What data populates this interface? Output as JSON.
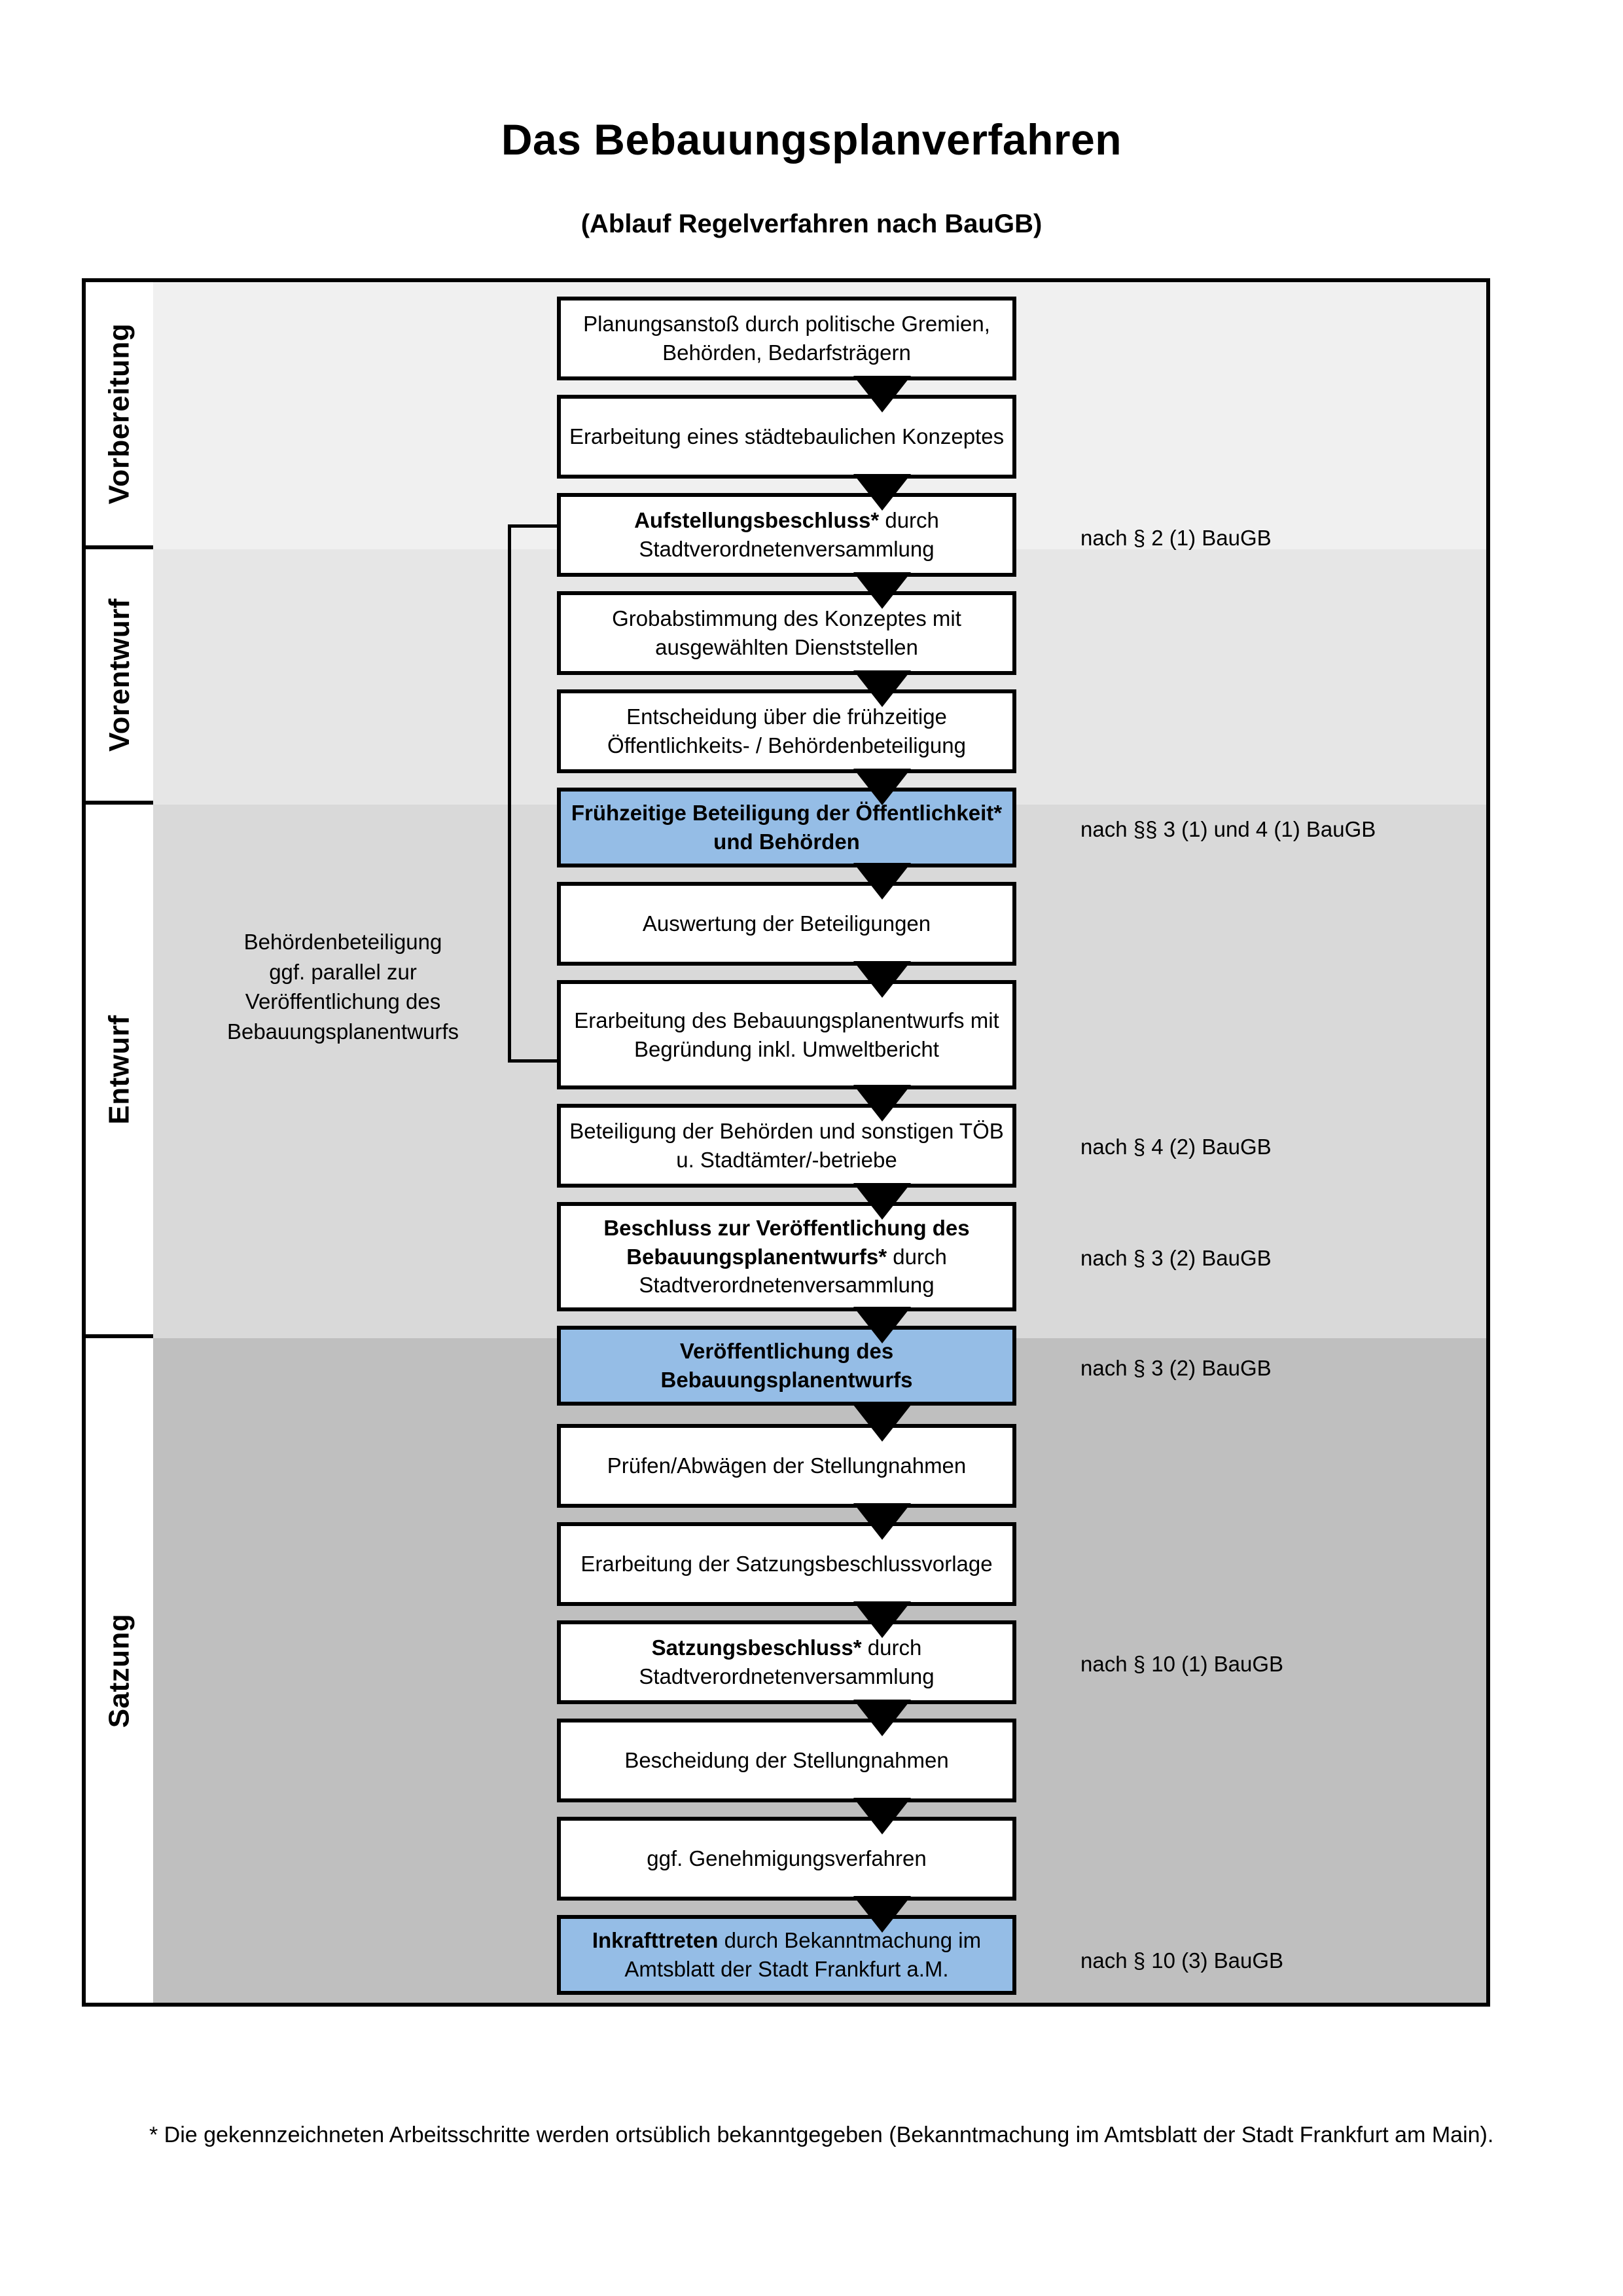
{
  "header": {
    "title": "Das Bebauungsplanverfahren",
    "subtitle": "(Ablauf Regelverfahren nach BauGB)"
  },
  "phases": [
    {
      "id": "vorbereitung",
      "label": "Vorbereitung",
      "background": "#f0f0f0"
    },
    {
      "id": "vorentwurf",
      "label": "Vorentwurf",
      "background": "#e6e6e6"
    },
    {
      "id": "entwurf",
      "label": "Entwurf",
      "background": "#d9d9d9"
    },
    {
      "id": "satzung",
      "label": "Satzung",
      "background": "#bfbfbf"
    }
  ],
  "steps": [
    {
      "id": "step-1",
      "phase": "vorbereitung",
      "bold": "",
      "rest": "Planungsanstoß durch politische Gremien, Behörden, Bedarfsträgern",
      "highlight": false
    },
    {
      "id": "step-2",
      "phase": "vorbereitung",
      "bold": "",
      "rest": "Erarbeitung eines städtebaulichen Konzeptes",
      "highlight": false
    },
    {
      "id": "step-3",
      "phase": "vorbereitung",
      "bold": "Aufstellungsbeschluss*",
      "rest": " durch Stadtverordnetenversammlung",
      "highlight": false
    },
    {
      "id": "step-4",
      "phase": "vorentwurf",
      "bold": "",
      "rest": "Grobabstimmung des Konzeptes mit ausgewählten Dienststellen",
      "highlight": false
    },
    {
      "id": "step-5",
      "phase": "vorentwurf",
      "bold": "",
      "rest": "Entscheidung über die frühzeitige Öffentlichkeits- / Behördenbeteiligung",
      "highlight": false
    },
    {
      "id": "step-6",
      "phase": "vorentwurf",
      "bold": "Frühzeitige Beteiligung der Öffentlichkeit* und Behörden",
      "rest": "",
      "highlight": true
    },
    {
      "id": "step-7",
      "phase": "entwurf",
      "bold": "",
      "rest": "Auswertung der Beteiligungen",
      "highlight": false
    },
    {
      "id": "step-8",
      "phase": "entwurf",
      "bold": "",
      "rest": "Erarbeitung des Bebauungsplanentwurfs mit Begründung inkl. Umweltbericht",
      "highlight": false
    },
    {
      "id": "step-9",
      "phase": "entwurf",
      "bold": "",
      "rest": "Beteiligung der Behörden und sonstigen TÖB u. Stadtämter/-betriebe",
      "highlight": false
    },
    {
      "id": "step-10",
      "phase": "entwurf",
      "bold": "Beschluss zur Veröffentlichung des Bebauungsplanentwurfs*",
      "rest": " durch Stadtverordnetenversammlung",
      "highlight": false
    },
    {
      "id": "step-11",
      "phase": "entwurf",
      "bold": "Veröffentlichung des Bebauungsplanentwurfs",
      "rest": "",
      "highlight": true
    },
    {
      "id": "step-12",
      "phase": "satzung",
      "bold": "",
      "rest": "Prüfen/Abwägen der Stellungnahmen",
      "highlight": false
    },
    {
      "id": "step-13",
      "phase": "satzung",
      "bold": "",
      "rest": "Erarbeitung der Satzungsbeschlussvorlage",
      "highlight": false
    },
    {
      "id": "step-14",
      "phase": "satzung",
      "bold": "Satzungsbeschluss*",
      "rest": " durch Stadtverordnetenversammlung",
      "highlight": false
    },
    {
      "id": "step-15",
      "phase": "satzung",
      "bold": "",
      "rest": "Bescheidung der Stellungnahmen",
      "highlight": false
    },
    {
      "id": "step-16",
      "phase": "satzung",
      "bold": "",
      "rest": "ggf. Genehmigungsverfahren",
      "highlight": false
    },
    {
      "id": "step-17",
      "phase": "satzung",
      "bold": "Inkrafttreten",
      "rest": " durch Bekanntmachung im Amtsblatt der Stadt Frankfurt a.M.",
      "highlight": true
    }
  ],
  "law_notes": [
    {
      "id": "law-1",
      "text": "nach § 2 (1) BauGB",
      "for_step": "step-3"
    },
    {
      "id": "law-2",
      "text": "nach §§ 3 (1) und 4 (1) BauGB",
      "for_step": "step-6"
    },
    {
      "id": "law-3",
      "text": "nach § 4 (2) BauGB",
      "for_step": "step-9"
    },
    {
      "id": "law-4",
      "text": "nach § 3 (2) BauGB",
      "for_step": "step-10"
    },
    {
      "id": "law-5",
      "text": "nach § 3 (2) BauGB",
      "for_step": "step-11"
    },
    {
      "id": "law-6",
      "text": "nach § 10 (1) BauGB",
      "for_step": "step-14"
    },
    {
      "id": "law-7",
      "text": "nach § 10 (3) BauGB",
      "for_step": "step-17"
    }
  ],
  "side_note": {
    "line1": "Behördenbeteiligung",
    "line2": "ggf. parallel zur",
    "line3": "Veröffentlichung des",
    "line4": "Bebauungsplanentwurfs"
  },
  "footnote": {
    "text": "* Die gekennzeichneten Arbeitsschritte werden ortsüblich bekanntgegeben (Bekanntmachung im Amtsblatt  der Stadt Frankfurt am Main)."
  },
  "colors": {
    "highlight_fill": "#95bde6",
    "border": "#000000",
    "page_background": "#ffffff"
  }
}
